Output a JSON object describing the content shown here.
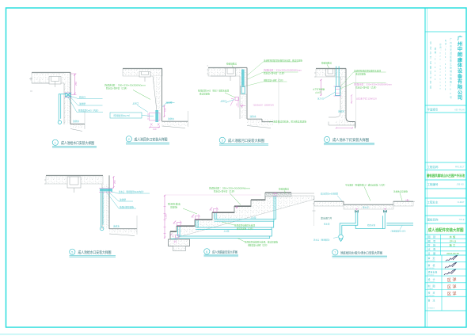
{
  "sheet": {
    "type": "CAD construction detail drawing",
    "colors": {
      "frame_cyan": "#2adede",
      "pipe_cyan": "#41c3cd",
      "label_cyan": "#4cc2cb",
      "annotation_green": "#58c45a",
      "dimension_magenta": "#d886d1",
      "structure_gray": "#9aa4a6",
      "structure_dark": "#6d7879",
      "caption_teal": "#5a8d93",
      "value_green": "#46c146",
      "signature_red": "#b2523e",
      "signature_ink": "#3e4266"
    },
    "title_block": {
      "company": {
        "name_vertical": "广州中朗康体设备有限公司",
        "contact_col_1": "广州市天河区珠江新城华穗路263号",
        "contact_col_2": "电话：020-38786528",
        "contact_col_3": "传真：020-38786530",
        "contact_col_4": "邮编：510623",
        "contact_col_5": "泳池水疗设备设计安装"
      },
      "key_plan_row": {
        "label": "平面索引",
        "sublabel": "KEY PLAN"
      },
      "project_row": {
        "label": "工程名称",
        "sublabel": "PROJECT"
      },
      "project_name": "碧桂园凤凰城山水庄园户外泳池",
      "job_row": {
        "label": "工程编号",
        "sublabel": "JOB NO."
      },
      "client_row": {
        "label": "工程业主",
        "sublabel": "CLIENT"
      },
      "title_row": {
        "label": "图纸名称",
        "sublabel": "TITLE"
      },
      "drawing_title": "成人池配件安装大样图",
      "attr_table": {
        "rows": [
          {
            "label": "图 别",
            "value": "水施"
          },
          {
            "label": "图 号",
            "value": "ZP-13"
          },
          {
            "label": "阶 段",
            "value": "施工"
          },
          {
            "label": "比 例",
            "value": ""
          },
          {
            "label": "日 期",
            "value": "2013-09-30"
          }
        ]
      },
      "sign_rows": [
        {
          "label": "审 定",
          "sublabel": "APPROVED",
          "signature": "handwritten"
        },
        {
          "label": "审 核",
          "sublabel": "CHECKED",
          "signature": "handwritten"
        },
        {
          "label": "项目负责",
          "sublabel": "PROJECT",
          "signature": "handwritten"
        },
        {
          "label": "设 计",
          "sublabel": "DESIGNED",
          "signature": "区洋"
        },
        {
          "label": "制 图",
          "sublabel": "DRAWN",
          "signature": "区洋"
        },
        {
          "label": "校 对",
          "sublabel": "CHECKED",
          "signature": "区洋"
        }
      ],
      "remark_row": {
        "label": "备 注",
        "sublabel": "REMARKS",
        "value": ""
      }
    },
    "details": [
      {
        "no": "1",
        "caption": "成人池给水口安装大样图",
        "labels": {
          "l1": "给水口",
          "l2": "泳池壁",
          "l3": "预埋套管De63（内丝）",
          "water": "泳池水"
        },
        "dims": {
          "d1": "250"
        }
      },
      {
        "no": "2",
        "caption": "成人池回水口安装大样图",
        "labels": {
          "n1": "饰面材质：330×330×30(300W)mm",
          "n2": "防水层+找平层（乙供）",
          "box": "（预埋套管De75）",
          "l1": "上水口",
          "l2": "泳池壁",
          "water": "泳池水"
        },
        "dims": {
          "d1": "150",
          "d2": "110"
        }
      },
      {
        "no": "3",
        "caption": "成人池吸污口安装大样图",
        "labels": {
          "top": "伸缩缝做法",
          "r1": "泳池壁预埋套管处做防水处理，做法见建施",
          "r2": "饰面材质：330×330×30(300W)mm",
          "r3": "防水层+找平层（乙供）",
          "r4": "钢筋混凝土池壁（乙供）",
          "left1": "预埋套管De63（内丝）做防水处理",
          "left2": "做法见建施",
          "spec": "（1100±10）120W/12V",
          "l1": "上水口",
          "bot": "池底做法见结施，防水做法见建施",
          "water": "泳池水"
        },
        "dims": {
          "d1": "150"
        }
      },
      {
        "no": "4",
        "caption": "成人池水下灯安装大样图",
        "labels": {
          "top": "伸缩缝做法",
          "r1": "泳池壁预埋套管处做防水处理",
          "r2": "做法见建施",
          "r3": "饰面材质：330×330×30(300W)mm",
          "r4": "防水层+找平层（乙供）",
          "spec": "LED水下灯 12W/12V",
          "left1": "水下灯预埋罐",
          "left2": "止水环",
          "l1": "水下灯",
          "water": "泳池水"
        },
        "dims": {
          "d1": "300",
          "d2": "150"
        }
      },
      {
        "no": "5",
        "caption": "成人池给水口安装大样图",
        "labels": {
          "l1": "给水口（预埋套管De32内丝）",
          "l2": "泳池壁",
          "l3": "饰面材质见建施",
          "water": "泳池水"
        },
        "dims": {
          "d1": "250"
        }
      },
      {
        "no": "6",
        "caption": "成人池跌级安装大样图",
        "labels": {
          "top1": "饰面材质：330×330×30(300W)mm",
          "top2": "防水层+找平层（乙供）",
          "deck": "伸缩缝做法",
          "left1": "防滑条做法",
          "left2": "见建施",
          "mid1": "预埋套管处做防水处理",
          "mid2": "做法见建施（乙供）",
          "bot1": "预埋套管处做防水处理，做法见建施",
          "bot2": "钢筋混凝土池壁（乙供）",
          "p1": "上水管",
          "p2": "上水管"
        },
        "dims": {
          "d1": "1100"
        }
      },
      {
        "no": "7",
        "caption": "池底给回水/吸污/泄水口安装大样图",
        "labels": {
          "top1": "平台面层（预留检修口）或活动盖板（乙供）",
          "top2": "盖板做法见建施",
          "feed": "给水管De63预埋",
          "pit": "排水沟",
          "well": "泄水阀门井",
          "drain": "排水管",
          "outlet": "泄水口（预埋套管）",
          "ret": "给回水管",
          "sleeve": "（预埋套管De110）"
        },
        "dims": {}
      }
    ]
  }
}
